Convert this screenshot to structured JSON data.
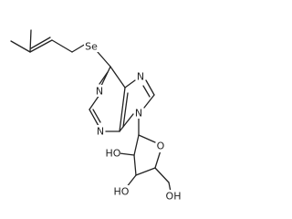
{
  "molecule": {
    "atoms": {
      "selenium": "Se",
      "n1": "N",
      "n3": "N",
      "n7": "N",
      "n9": "N",
      "ring_oxygen": "O",
      "oh_2prime": "HO",
      "oh_3prime": "HO",
      "oh_5prime": "OH"
    }
  }
}
